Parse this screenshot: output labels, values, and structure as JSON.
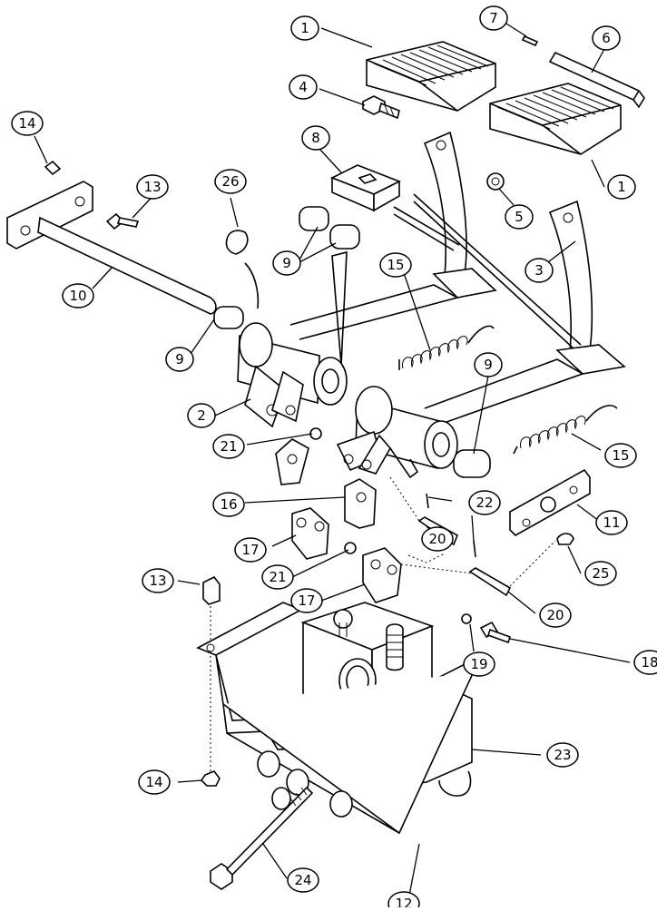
{
  "diagram": {
    "callouts": [
      {
        "id": "c1a",
        "label": "1"
      },
      {
        "id": "c1b",
        "label": "1"
      },
      {
        "id": "c2",
        "label": "2"
      },
      {
        "id": "c3",
        "label": "3"
      },
      {
        "id": "c4",
        "label": "4"
      },
      {
        "id": "c5",
        "label": "5"
      },
      {
        "id": "c6",
        "label": "6"
      },
      {
        "id": "c7",
        "label": "7"
      },
      {
        "id": "c8",
        "label": "8"
      },
      {
        "id": "c9a",
        "label": "9"
      },
      {
        "id": "c9b",
        "label": "9"
      },
      {
        "id": "c9c",
        "label": "9"
      },
      {
        "id": "c10",
        "label": "10"
      },
      {
        "id": "c11",
        "label": "11"
      },
      {
        "id": "c12",
        "label": "12"
      },
      {
        "id": "c13a",
        "label": "13"
      },
      {
        "id": "c13b",
        "label": "13"
      },
      {
        "id": "c14a",
        "label": "14"
      },
      {
        "id": "c14b",
        "label": "14"
      },
      {
        "id": "c15a",
        "label": "15"
      },
      {
        "id": "c15b",
        "label": "15"
      },
      {
        "id": "c16",
        "label": "16"
      },
      {
        "id": "c17a",
        "label": "17"
      },
      {
        "id": "c17b",
        "label": "17"
      },
      {
        "id": "c18",
        "label": "18"
      },
      {
        "id": "c19",
        "label": "19"
      },
      {
        "id": "c20a",
        "label": "20"
      },
      {
        "id": "c20b",
        "label": "20"
      },
      {
        "id": "c21a",
        "label": "21"
      },
      {
        "id": "c21b",
        "label": "21"
      },
      {
        "id": "c22",
        "label": "22"
      },
      {
        "id": "c23",
        "label": "23"
      },
      {
        "id": "c24",
        "label": "24"
      },
      {
        "id": "c25",
        "label": "25"
      },
      {
        "id": "c26",
        "label": "26"
      }
    ]
  }
}
